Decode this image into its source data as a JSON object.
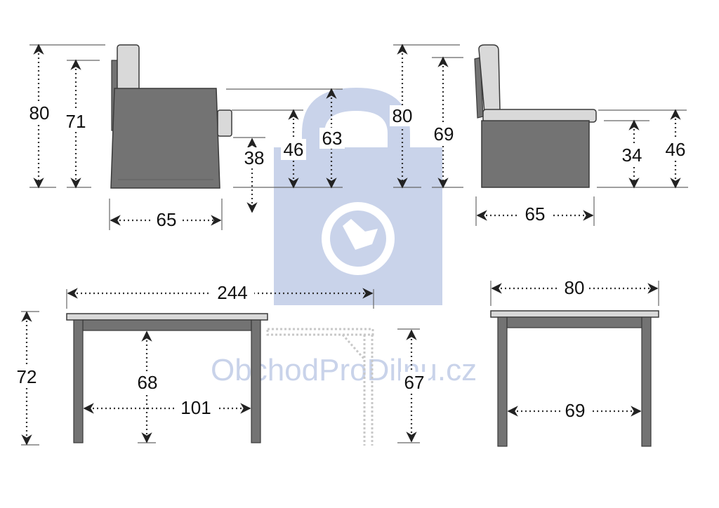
{
  "watermark": {
    "text": "ObchodProDilnu.cz",
    "color": "#c9d3ea",
    "icon": "shopping-bag-wrench-icon"
  },
  "colors": {
    "furniture_dark": "#737373",
    "furniture_light": "#d9d9d9",
    "outline": "#3a3a3a",
    "ghost_table": "#c8c8c8",
    "arrow": "#222222"
  },
  "dimensions": {
    "chair_side": {
      "total_height": "80",
      "back_height": "71",
      "arm_height": "63",
      "seat_height": "46",
      "seat_low": "38",
      "depth": "65"
    },
    "bench_side": {
      "total_height": "80",
      "back_height": "69",
      "seat_height": "46",
      "seat_low": "34",
      "depth": "65"
    },
    "table_long": {
      "length": "244",
      "height": "72",
      "clearance": "68",
      "leg_span": "101",
      "extension_height": "67"
    },
    "table_short": {
      "width": "80",
      "leg_span": "69"
    }
  }
}
